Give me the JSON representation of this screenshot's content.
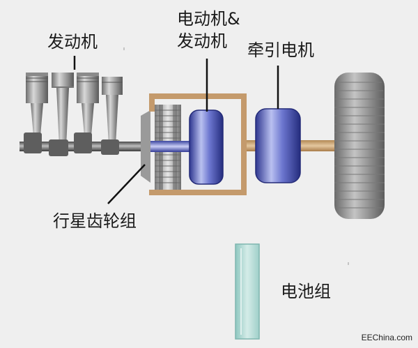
{
  "labels": {
    "engine": "发动机",
    "motor_generator_line1": "电动机&",
    "motor_generator_line2": "发动机",
    "traction_motor": "牵引电机",
    "planetary_gearset": "行星齿轮组",
    "battery_pack": "电池组"
  },
  "watermark": "EEChina.com",
  "colors": {
    "background": "#efefef",
    "frame": "#c49a6c",
    "motor_blue": "#3f49a8",
    "battery_teal": "#a7d4cf",
    "wheel_gray": "#8e8e8e",
    "metal_gray": "#6b6b6b"
  }
}
